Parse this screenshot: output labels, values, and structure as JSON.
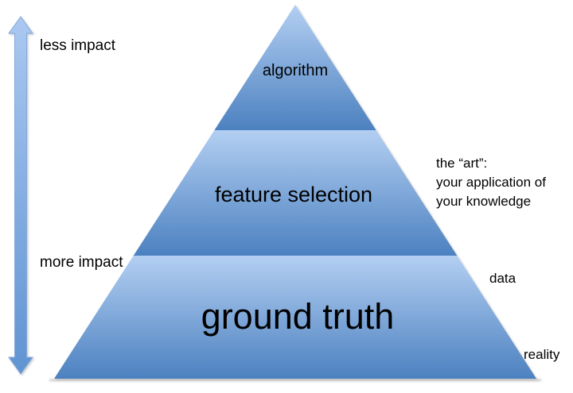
{
  "diagram": {
    "type": "pyramid",
    "impact_axis": {
      "top_label": "less impact",
      "bottom_label": "more impact"
    },
    "pyramid": {
      "levels": [
        {
          "label": "algorithm"
        },
        {
          "label": "feature selection"
        },
        {
          "label": "ground truth"
        }
      ]
    },
    "annotations": {
      "art_note": {
        "lines": [
          "the “art”:",
          "your application of",
          "your knowledge"
        ]
      },
      "data_label": "data",
      "reality_label": "reality"
    },
    "colors": {
      "tier_gradient_top": "#b3cff2",
      "tier_gradient_bottom": "#4c81c0",
      "arrow_gradient_top": "#abc8f0",
      "arrow_gradient_bottom": "#6094d2",
      "arrow_edge": "#84a9dd",
      "shadow": "#bfbfbf",
      "text": "#000000"
    }
  }
}
